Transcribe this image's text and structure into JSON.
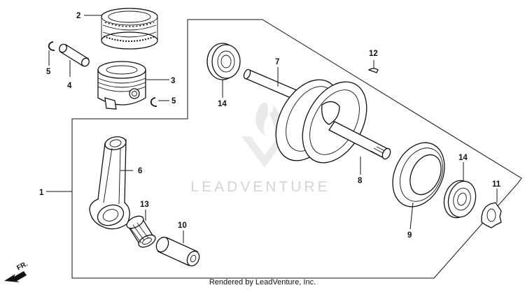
{
  "callouts": {
    "c1": "1",
    "c2": "2",
    "c3": "3",
    "c4": "4",
    "c5a": "5",
    "c5b": "5",
    "c6": "6",
    "c7": "7",
    "c8": "8",
    "c9": "9",
    "c10": "10",
    "c11": "11",
    "c12": "12",
    "c13": "13",
    "c14a": "14",
    "c14b": "14"
  },
  "watermark": "LEADVENTURE",
  "direction_label": "FR.",
  "footer": "Rendered by LeadVenture, Inc."
}
